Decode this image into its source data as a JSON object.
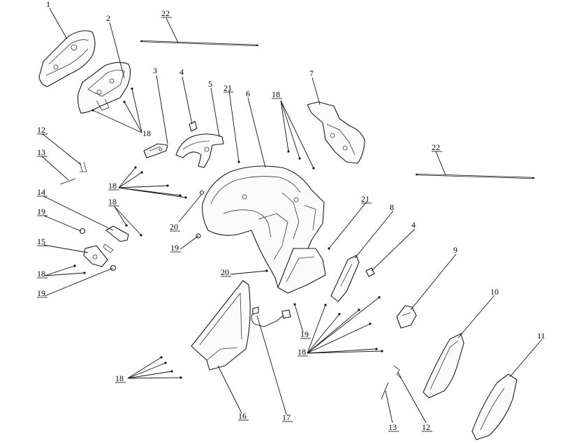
{
  "diagram": {
    "callouts": {
      "c1": "1",
      "c2": "2",
      "c3": "3",
      "c4a": "4",
      "c4b": "4",
      "c5": "5",
      "c6": "6",
      "c7": "7",
      "c8": "8",
      "c9": "9",
      "c10": "10",
      "c11": "11",
      "c12a": "12",
      "c12b": "12",
      "c13a": "13",
      "c13b": "13",
      "c14": "14",
      "c15": "15",
      "c16": "16",
      "c17": "17",
      "c18a": "18",
      "c18b": "18",
      "c18c": "18",
      "c18d": "18",
      "c18e": "18",
      "c18f": "18",
      "c18g": "18",
      "c19a": "19",
      "c19b": "19",
      "c19c": "19",
      "c19d": "19",
      "c20a": "20",
      "c20b": "20",
      "c21a": "21",
      "c21b": "21",
      "c22a": "22",
      "c22b": "22"
    }
  }
}
